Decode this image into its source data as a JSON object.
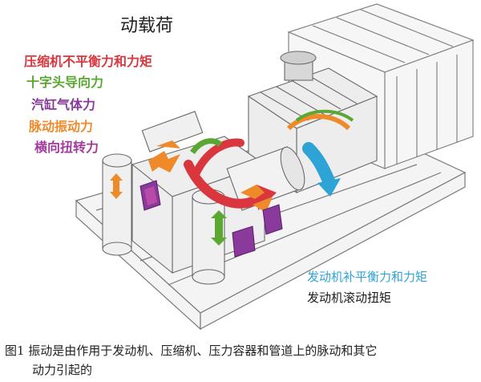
{
  "title": "动载荷",
  "legend": [
    {
      "text": "压缩机不平衡力和力矩",
      "color": "#d9363e"
    },
    {
      "text": "十字头导向力",
      "color": "#5aa832"
    },
    {
      "text": "汽缸气体力",
      "color": "#8a3a9a"
    },
    {
      "text": "脉动振动力",
      "color": "#ee8a2a"
    },
    {
      "text": "横向扭转力",
      "color": "#a23b9c"
    }
  ],
  "engine_labels": [
    {
      "text": "发动机补平衡力和力矩",
      "color": "#2ea3d6"
    },
    {
      "text": "发动机滚动扭矩",
      "color": "#1a1a1a"
    }
  ],
  "caption": {
    "line1": "图1  振动是由作用于发动机、压缩机、压力容器和管道上的脉动和其它",
    "line2": "动力引起的"
  },
  "colors": {
    "red_arrow": "#d9363e",
    "green_arrow": "#5aa832",
    "purple_plate": "#8a3a9a",
    "orange_arrow": "#ee8a2a",
    "blue_arrow": "#2ea3d6",
    "line": "#7a7a7a",
    "fill": "#f4f4f4"
  }
}
